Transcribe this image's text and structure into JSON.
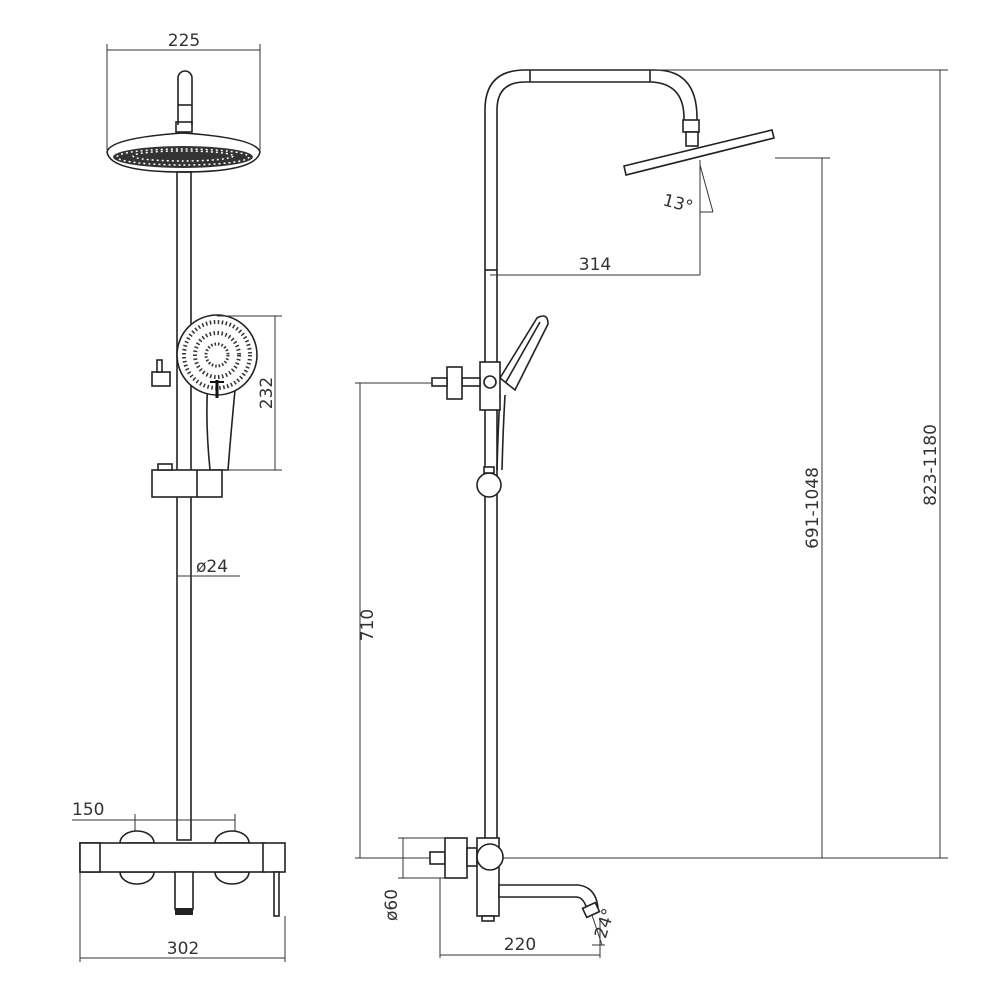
{
  "drawing": {
    "front_view": {
      "head_width": "225",
      "hand_shower_height": "232",
      "rail_diameter": "ø24",
      "inlet_spacing": "150",
      "mixer_width": "302"
    },
    "side_view": {
      "head_angle": "13°",
      "arm_reach": "314",
      "mixer_to_holder": "710",
      "head_height_range": "691-1048",
      "total_height_range": "823-1180",
      "flange_diameter": "ø60",
      "spout_reach": "220",
      "spout_angle": "24°"
    }
  }
}
